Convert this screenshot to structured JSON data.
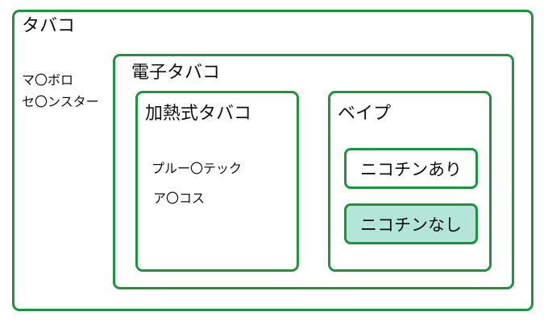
{
  "colors": {
    "border": "#1e9441",
    "highlight_fill": "#b3e5d8"
  },
  "tobacco": {
    "title": "タバコ",
    "items": [
      "マ〇ボロ",
      "セ〇ンスター"
    ]
  },
  "e_tobacco": {
    "title": "電子タバコ",
    "heated": {
      "title": "加熱式タバコ",
      "items": [
        "プルー〇テック",
        "ア〇コス"
      ]
    },
    "vape": {
      "title": "ベイプ",
      "options": [
        "ニコチンあり",
        "ニコチンなし"
      ]
    }
  }
}
